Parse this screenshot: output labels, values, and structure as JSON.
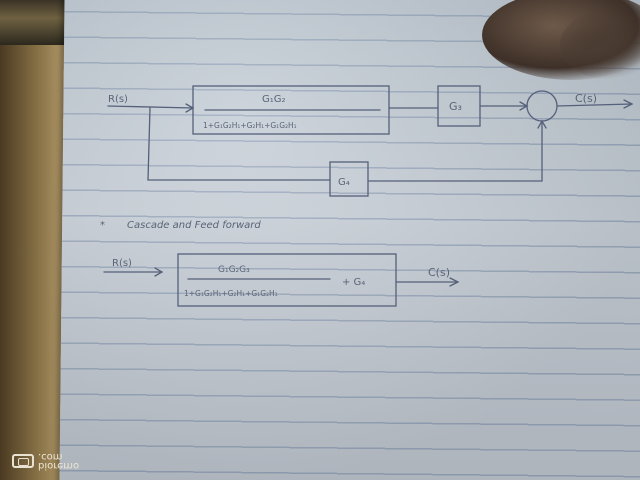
{
  "diagram_top": {
    "input": "R(s)",
    "block1_numerator": "G₁G₂",
    "block1_denominator": "1+G₁G₂H₁+G₂H₁+G₁G₂H₁",
    "block2": "G₃",
    "block3": "G₄",
    "output": "C(s)"
  },
  "note": "Cascade and Feed forward",
  "note_bullet": "*",
  "diagram_bottom": {
    "input": "R(s)",
    "numerator": "G₁G₂G₃",
    "denominator": "1+G₁G₂H₁+G₂H₁+G₁G₂H₁",
    "plus_term": "+ G₄",
    "output": "C(s)"
  },
  "watermark": {
    "line1": "bioremo",
    "line2": ".com"
  },
  "colors": {
    "ink": "#5a6478",
    "paper": "#c4ccd4",
    "lines": "#8094b0"
  }
}
